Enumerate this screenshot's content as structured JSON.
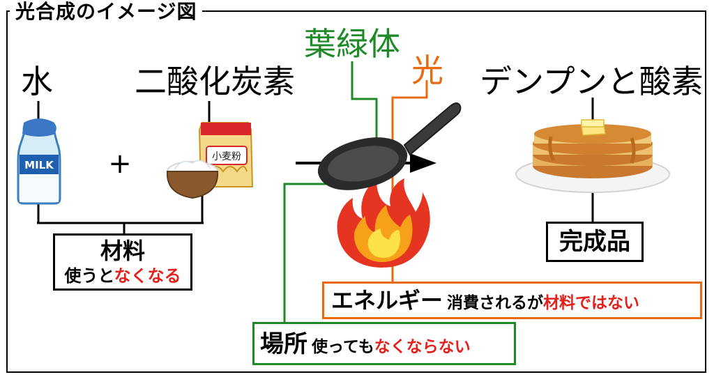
{
  "title": "光合成のイメージ図",
  "labels": {
    "water": "水",
    "co2": "二酸化炭素",
    "chloroplast": "葉緑体",
    "light": "光",
    "products": "デンプンと酸素",
    "plus": "+"
  },
  "package_labels": {
    "milk": "MILK",
    "flour": "小麦粉"
  },
  "materials_box": {
    "heading": "材料",
    "note_prefix": "使うと",
    "note_emphasis": "なくなる"
  },
  "product_box": {
    "heading": "完成品"
  },
  "energy_box": {
    "heading": "エネルギー",
    "note_prefix": "消費されるが",
    "note_emphasis": "材料ではない"
  },
  "place_box": {
    "heading": "場所",
    "note_prefix": "使っても",
    "note_emphasis": "なくならない"
  },
  "colors": {
    "green": "#1e8a28",
    "orange": "#ea6a0f",
    "red": "#e3201b"
  },
  "icons": [
    "milk-bottle-icon",
    "flour-bag-icon",
    "flour-bowl-icon",
    "frying-pan-icon",
    "flame-icon",
    "pancakes-icon",
    "arrow-icon"
  ]
}
